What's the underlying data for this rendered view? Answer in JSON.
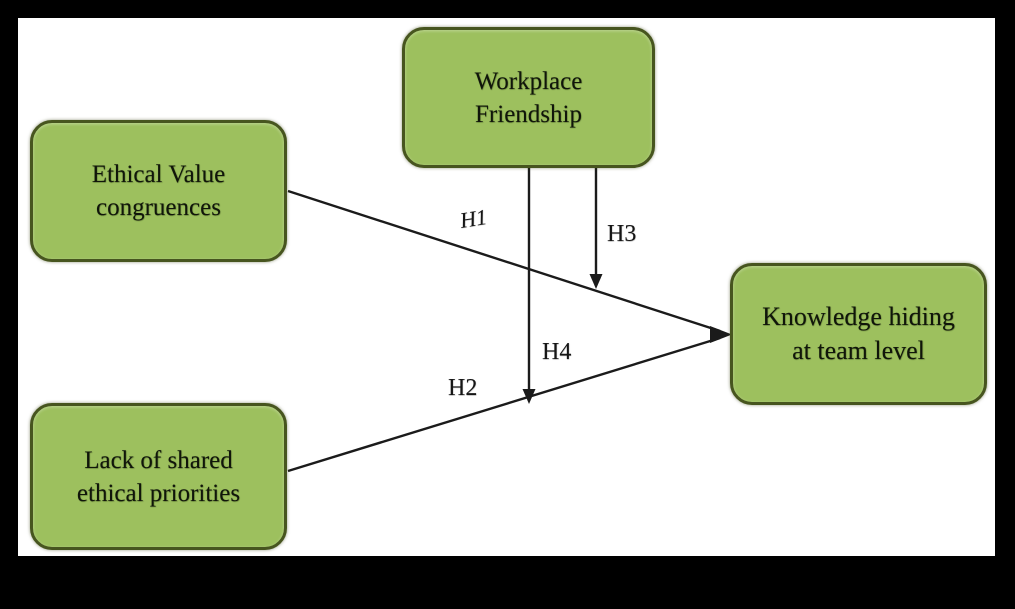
{
  "figure": {
    "type": "conceptual-model-diagram",
    "frame_color": "#000000",
    "background_color": "#ffffff"
  },
  "palette": {
    "node_fill": "#9dc05e",
    "node_border": "#47551f",
    "node_text": "#10150a",
    "connector": "#1b1b1b"
  },
  "nodes": [
    {
      "id": "workplace",
      "label": "Workplace\nFriendship"
    },
    {
      "id": "ethical",
      "label": "Ethical Value\ncongruences"
    },
    {
      "id": "lack",
      "label": "Lack of shared\nethical priorities"
    },
    {
      "id": "knowledge",
      "label": "Knowledge hiding\nat team level"
    }
  ],
  "edges": [
    {
      "id": "h1",
      "label": "H1",
      "from": "Ethical Value congruences",
      "to": "Knowledge hiding at team level"
    },
    {
      "id": "h2",
      "label": "H2",
      "from": "Lack of shared ethical priorities",
      "to": "Knowledge hiding at team level"
    },
    {
      "id": "h3",
      "label": "H3",
      "from": "Workplace Friendship",
      "to": "H1 path (moderation)"
    },
    {
      "id": "h4",
      "label": "H4",
      "from": "Workplace Friendship",
      "to": "H2 path (moderation)"
    }
  ]
}
